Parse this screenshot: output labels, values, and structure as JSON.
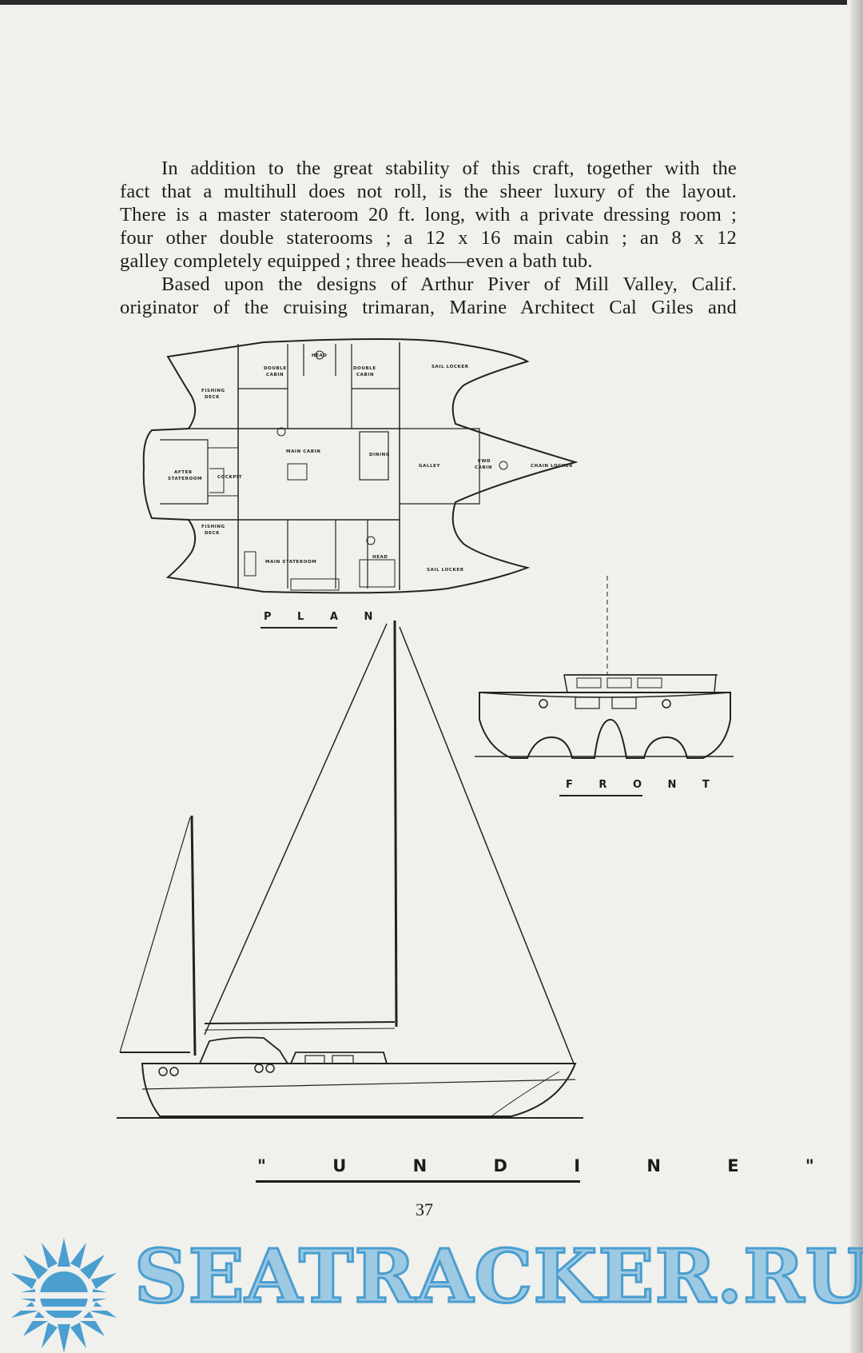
{
  "body_text": {
    "lines": [
      "In addition to the great stability of this craft, together with the",
      "fact that a multihull does not roll, is the sheer luxury of the layout.",
      "There is a master stateroom 20 ft. long, with a private dressing room ;",
      "four other double staterooms ;  a 12 x 16 main cabin ;  an 8 x 12",
      "galley completely equipped ;  three heads—even a bath tub.",
      "Based upon the designs of Arthur Piver of Mill Valley, Calif.",
      "originator of the cruising trimaran, Marine Architect Cal Giles and"
    ]
  },
  "plan": {
    "label": "P L A N",
    "rooms": {
      "double_cabin_1": "DOUBLE",
      "cabin_1": "CABIN",
      "double_cabin_2": "DOUBLE",
      "cabin_2": "CABIN",
      "head_top": "HEAD",
      "sail_locker_top": "SAIL LOCKER",
      "fishing_top_1": "FISHING",
      "fishing_top_2": "DECK",
      "main_cabin": "MAIN CABIN",
      "dining": "DINING",
      "galley": "GALLEY",
      "fwd_1": "FWD",
      "fwd_2": "CABIN",
      "chain_locker": "CHAIN LOCKER",
      "after_1": "AFTER",
      "after_2": "STATEROOM",
      "cockpit": "COCKPIT",
      "fishing_bottom_1": "FISHING",
      "fishing_bottom_2": "DECK",
      "main_stateroom": "MAIN STATEROOM",
      "head_bottom": "HEAD",
      "sail_locker_bottom": "SAIL LOCKER"
    }
  },
  "front": {
    "label": "F R O N T"
  },
  "title": {
    "text": "\" U N D I N E \""
  },
  "page_number": "37",
  "watermark": {
    "text": "SEATRACKER.RU",
    "color": "#4a9ed0"
  }
}
